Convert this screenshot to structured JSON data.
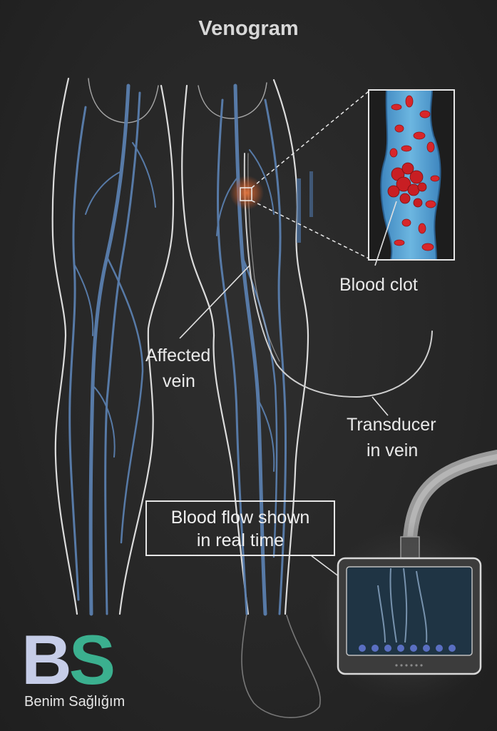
{
  "title": "Venogram",
  "labels": {
    "blood_clot": "Blood clot",
    "affected_vein_line1": "Affected",
    "affected_vein_line2": "vein",
    "transducer_line1": "Transducer",
    "transducer_line2": "in vein",
    "blood_flow_line1": "Blood flow shown",
    "blood_flow_line2": "in real time"
  },
  "logo": {
    "letter_b": "B",
    "letter_s": "S",
    "brand_name": "Benim Sağlığım",
    "color_b": "#c6cde8",
    "color_s": "#3bb08f"
  },
  "colors": {
    "background": "#262626",
    "outline": "#e0e0e0",
    "vein": "#5a7fae",
    "blood_cell": "#d8262a",
    "vessel_fill": "#4f9fd0",
    "clot_glow": "#e0703a"
  }
}
